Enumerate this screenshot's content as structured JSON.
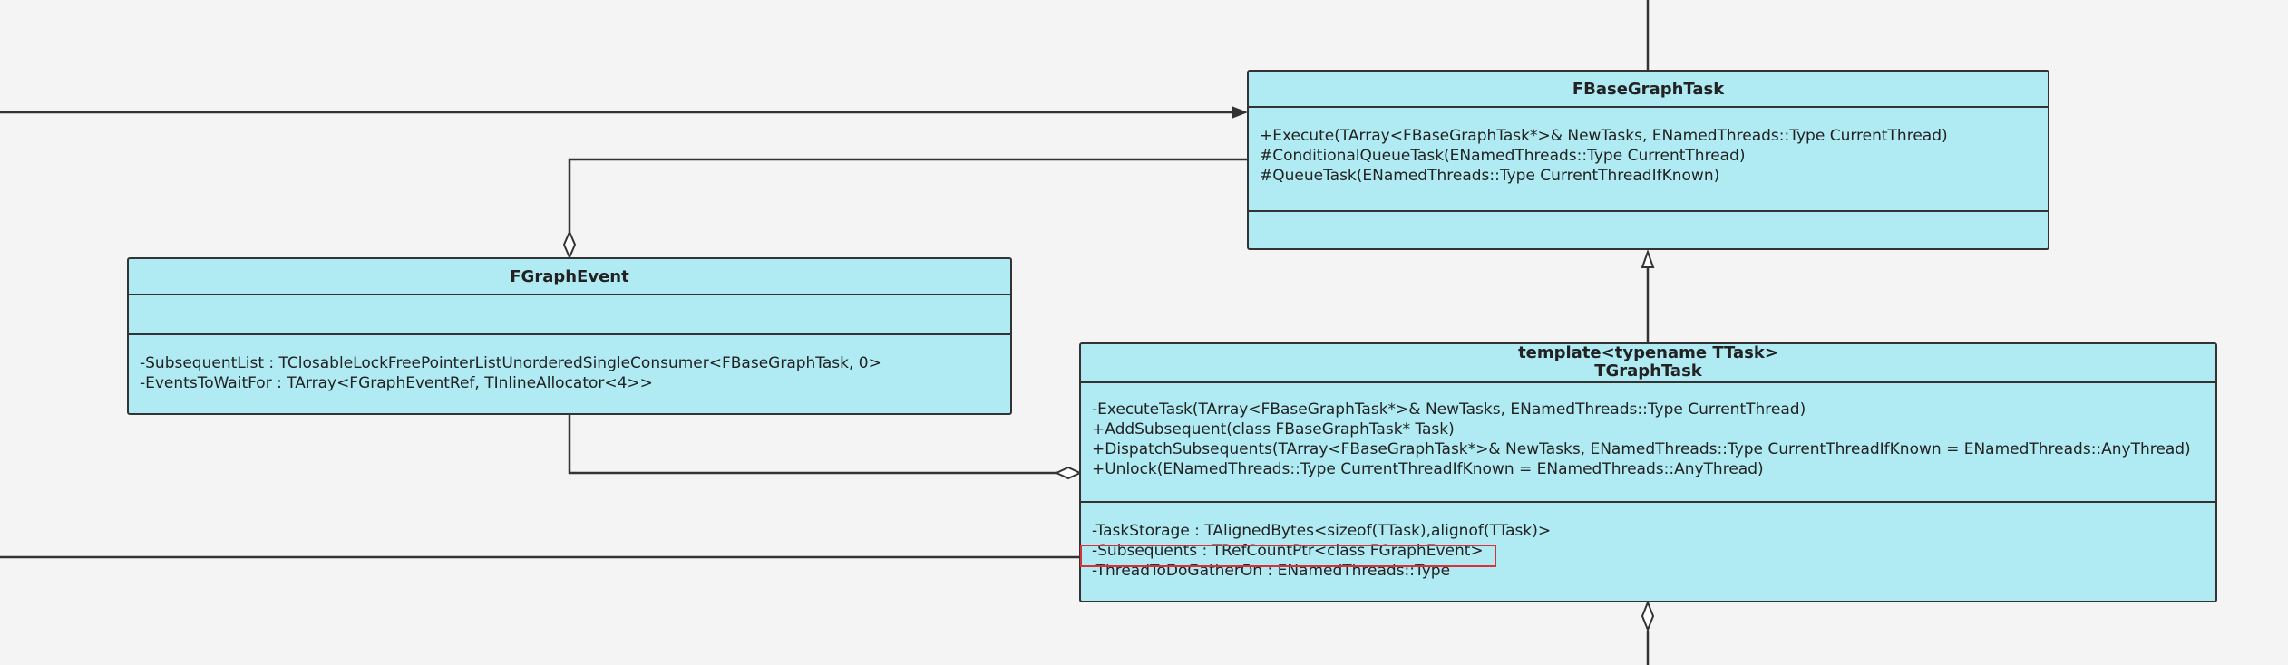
{
  "diagram": {
    "colors": {
      "background": "#f4f4f4",
      "class_fill": "#b0ebf3",
      "border": "#333333",
      "highlight": "#d9303a"
    },
    "classes": {
      "fbasegraphtask": {
        "name": "FBaseGraphTask",
        "attributes": [],
        "operations": [
          "+Execute(TArray<FBaseGraphTask*>& NewTasks, ENamedThreads::Type CurrentThread)",
          "#ConditionalQueueTask(ENamedThreads::Type CurrentThread)",
          "#QueueTask(ENamedThreads::Type CurrentThreadIfKnown)"
        ]
      },
      "fgraphevent": {
        "name": "FGraphEvent",
        "operations": [],
        "attributes": [
          "-SubsequentList : TClosableLockFreePointerListUnorderedSingleConsumer<FBaseGraphTask, 0>",
          "-EventsToWaitFor : TArray<FGraphEventRef, TInlineAllocator<4>>"
        ]
      },
      "tgraphtask": {
        "template_line": "template<typename TTask>",
        "name": "TGraphTask",
        "operations": [
          "-ExecuteTask(TArray<FBaseGraphTask*>& NewTasks, ENamedThreads::Type CurrentThread)",
          "+AddSubsequent(class FBaseGraphTask* Task)",
          "+DispatchSubsequents(TArray<FBaseGraphTask*>& NewTasks, ENamedThreads::Type CurrentThreadIfKnown = ENamedThreads::AnyThread)",
          "+Unlock(ENamedThreads::Type CurrentThreadIfKnown = ENamedThreads::AnyThread)"
        ],
        "attributes": [
          "-TaskStorage : TAlignedBytes<sizeof(TTask),alignof(TTask)>",
          "-Subsequents : TRefCountPtr<class FGraphEvent>",
          "-ThreadToDoGatherOn : ENamedThreads::Type"
        ],
        "highlighted_attribute": "-Subsequents : TRefCountPtr<class FGraphEvent>"
      }
    },
    "relationships": [
      {
        "type": "association-arrow",
        "to": "FBaseGraphTask"
      },
      {
        "type": "aggregation",
        "from": "FBaseGraphTask",
        "to": "FGraphEvent"
      },
      {
        "type": "generalization",
        "from": "TGraphTask",
        "to": "FBaseGraphTask"
      },
      {
        "type": "aggregation",
        "from": "FGraphEvent",
        "to": "TGraphTask"
      },
      {
        "type": "association",
        "to": "TGraphTask"
      },
      {
        "type": "aggregation",
        "to": "TGraphTask"
      }
    ]
  }
}
